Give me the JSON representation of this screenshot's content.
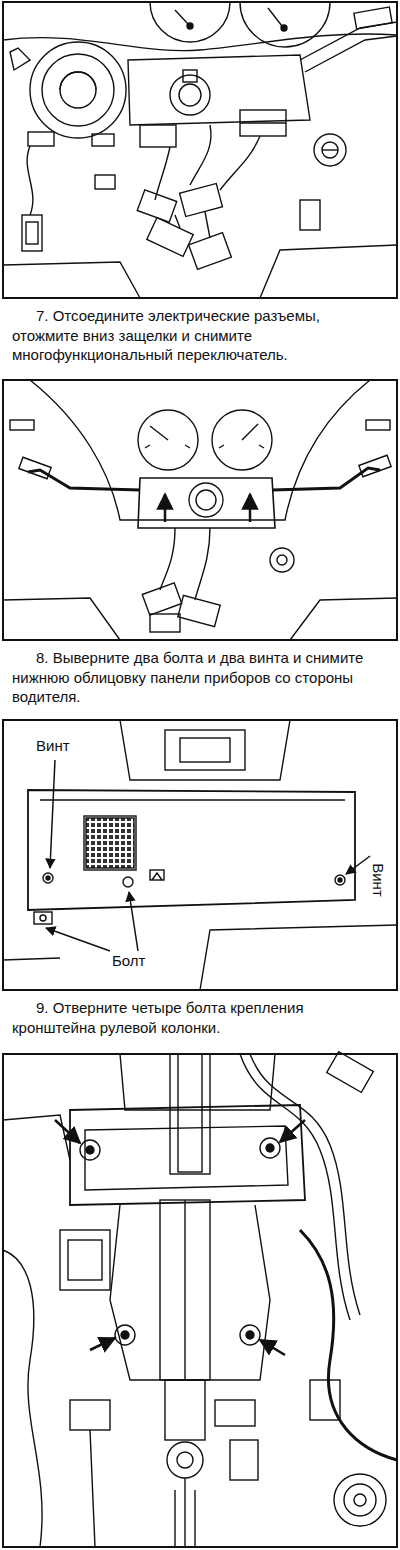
{
  "diagram": {
    "labels": [
      "7. Отсоедините электрические разъемы, отожмите вниз защелки и снимите многофункциональный переключатель.",
      "8. Выверните два болта и два винта и снимите нижнюю облицовку панели приборов со стороны водителя.",
      "Винт",
      "Винт",
      "Болт",
      "9. Отверните четыре болта крепления кронштейна рулевой колонки."
    ]
  }
}
